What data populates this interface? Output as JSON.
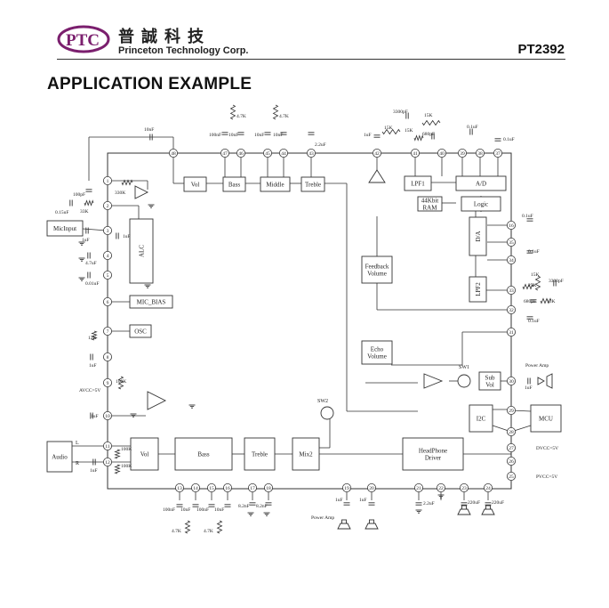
{
  "header": {
    "logo_text": "PTC",
    "company_cn": "普誠科技",
    "company_en": "Princeton Technology Corp.",
    "part_number": "PT2392"
  },
  "section_title": "APPLICATION EXAMPLE",
  "blocks": {
    "vol_top": "Vol",
    "bass_top": "Bass",
    "middle": "Middle",
    "treble_top": "Treble",
    "lpf1": "LPF1",
    "ad": "A/D",
    "ram1": "44Kbit",
    "ram2": "RAM",
    "logic": "Logic",
    "da": "D/A",
    "lpf2": "LPF2",
    "alc": "ALC",
    "mic_bias": "MIC_BIAS",
    "osc": "OSC",
    "feedback1": "Feedback",
    "feedback2": "Volume",
    "echo1": "Echo",
    "echo2": "Volume",
    "sub1": "Sub",
    "sub2": "Vol",
    "i2c": "I2C",
    "mcu": "MCU",
    "vol_bot": "Vol",
    "bass_bot": "Bass",
    "treble_bot": "Treble",
    "mix2": "Mix2",
    "hp1": "HeadPhone",
    "hp2": "Driver",
    "mic_input": "MicInput",
    "audio": "Audio",
    "l": "L",
    "r": "R",
    "sw1": "SW1",
    "sw2": "SW2",
    "power_amp_top": "Power Amp",
    "power_amp_bot": "Power Amp",
    "dvcc": "DVCC=5V",
    "pvcc": "PVCC=5V",
    "avcc": "AVCC=5V"
  },
  "pins": [
    "1",
    "2",
    "3",
    "4",
    "5",
    "6",
    "7",
    "8",
    "9",
    "10",
    "11",
    "12",
    "13",
    "14",
    "15",
    "16",
    "17",
    "18",
    "19",
    "20",
    "21",
    "22",
    "23",
    "24",
    "25",
    "26",
    "27",
    "28",
    "29",
    "30",
    "31",
    "32",
    "33",
    "34",
    "35",
    "36",
    "37",
    "38",
    "39",
    "40",
    "41",
    "42",
    "43",
    "44",
    "45",
    "46",
    "47",
    "48"
  ],
  "components": {
    "c_10nf_top": "10nF",
    "c_100pf": "100pF",
    "c_015uf": "0.15uF",
    "r_33k": "33K",
    "r_330k": "330K",
    "c_1uf_a": "1uF",
    "c_47uf": "4.7uF",
    "c_001uf": "0.01uF",
    "r_12k": "12K",
    "r_100k": "100K",
    "c_1uf_b": "1uF",
    "c_1uf_c": "1uF",
    "c_1uf_d": "1uF",
    "c_100nf_1": "100nF",
    "c_10nf_1": "10nF",
    "r_47k_1": "4.7K",
    "c_10nf_2": "10nF",
    "c_10nf_3": "10nF",
    "r_47k_2": "4.7K",
    "c_22uf_a": "2.2uF",
    "c_3300pf_a": "3300pF",
    "r_15k_a": "15K",
    "r_15k_b": "15K",
    "r_15k_c": "15K",
    "c_680pf_a": "680pF",
    "c_1uf_e": "1uF",
    "c_01uf_a": "0.1uF",
    "c_01uf_b": "0.1uF",
    "c_01uf_c": "0.1uF",
    "c_01uf_d": "0.1uF",
    "c_01uf_e": "0.1uF",
    "r_15k_d": "15K",
    "r_25k": "25K",
    "c_3300pf_b": "3300pF",
    "c_680pf_b": "680pF",
    "r_15k_e": "15K",
    "c_1uf_f": "1uF",
    "c_100nf_b1": "100nF",
    "c_10nf_b1": "10nF",
    "c_100nf_b2": "100nF",
    "c_10nf_b2": "10nF",
    "r_47k_b1": "4.7K",
    "r_47k_b2": "4.7K",
    "c_82nf_a": "8.2nF",
    "c_82nf_b": "8.2nF",
    "c_1uf_g": "1uF",
    "c_1uf_h": "1uF",
    "c_22uf_b": "2.2uF",
    "c_220uf_a": "220uF",
    "c_220uf_b": "220uF",
    "c_1uf_i": "1uF"
  }
}
